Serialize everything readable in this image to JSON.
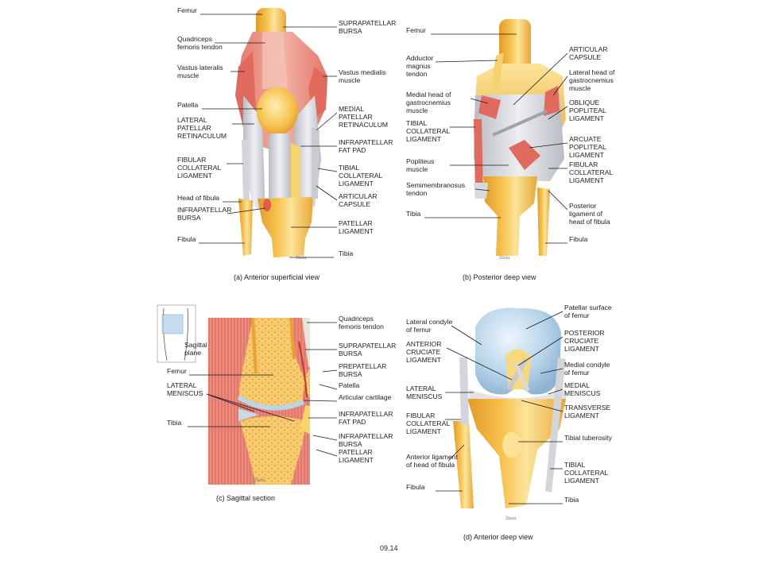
{
  "figure_number": "09.14",
  "colors": {
    "bone": "#f6c24c",
    "bone_light": "#fbe49a",
    "bone_shade": "#e39a2a",
    "cartilage": "#b9d5ea",
    "muscle": "#e4766a",
    "muscle_light": "#f2b3a4",
    "ligament": "#d8d8dc",
    "ligament_dark": "#9ea3ab",
    "artist_signature": "#777777"
  },
  "panels": {
    "a": {
      "caption": "(a) Anterior superficial view",
      "signature": "Dana",
      "labels": [
        {
          "text": [
            "Femur"
          ]
        },
        {
          "text": [
            "Quadriceps",
            "femoris tendon"
          ]
        },
        {
          "text": [
            "Vastus lateralis",
            "muscle"
          ]
        },
        {
          "text": [
            "Patella"
          ]
        },
        {
          "text": [
            "LATERAL",
            "PATELLAR",
            "RETINACULUM"
          ]
        },
        {
          "text": [
            "FIBULAR",
            "COLLATERAL",
            "LIGAMENT"
          ]
        },
        {
          "text": [
            "Head of fibula"
          ]
        },
        {
          "text": [
            "INFRAPATELLAR",
            "BURSA"
          ]
        },
        {
          "text": [
            "Fibula"
          ]
        },
        {
          "text": [
            "SUPRAPATELLAR",
            "BURSA"
          ]
        },
        {
          "text": [
            "Vastus medialis",
            "muscle"
          ]
        },
        {
          "text": [
            "MEDIAL",
            "PATELLAR",
            "RETINACULUM"
          ]
        },
        {
          "text": [
            "INFRAPATELLAR",
            "FAT PAD"
          ]
        },
        {
          "text": [
            "TIBIAL",
            "COLLATERAL",
            "LIGAMENT"
          ]
        },
        {
          "text": [
            "ARTICULAR",
            "CAPSULE"
          ]
        },
        {
          "text": [
            "PATELLAR",
            "LIGAMENT"
          ]
        },
        {
          "text": [
            "Tibia"
          ]
        }
      ]
    },
    "b": {
      "caption": "(b) Posterior deep view",
      "signature": "Dana",
      "labels": [
        {
          "text": [
            "Femur"
          ]
        },
        {
          "text": [
            "Adductor",
            "magnus",
            "tendon"
          ]
        },
        {
          "text": [
            "Medial head of",
            "gastrocnemius",
            "muscle"
          ]
        },
        {
          "text": [
            "TIBIAL",
            "COLLATERAL",
            "LIGAMENT"
          ]
        },
        {
          "text": [
            "Popliteus",
            "muscle"
          ]
        },
        {
          "text": [
            "Semimembranosus",
            "tendon"
          ]
        },
        {
          "text": [
            "Tibia"
          ]
        },
        {
          "text": [
            "ARTICULAR",
            "CAPSULE"
          ]
        },
        {
          "text": [
            "Lateral head of",
            "gastrocnemius",
            "muscle"
          ]
        },
        {
          "text": [
            "OBLIQUE",
            "POPLITEAL",
            "LIGAMENT"
          ]
        },
        {
          "text": [
            "ARCUATE",
            "POPLITEAL",
            "LIGAMENT"
          ]
        },
        {
          "text": [
            "FIBULAR",
            "COLLATERAL",
            "LIGAMENT"
          ]
        },
        {
          "text": [
            "Posterior",
            "ligament of",
            "head of fibula"
          ]
        },
        {
          "text": [
            "Fibula"
          ]
        }
      ]
    },
    "c": {
      "caption": "(c) Sagittal section",
      "signature": "Dana",
      "inset_label": [
        "Sagittal",
        "plane"
      ],
      "labels": [
        {
          "text": [
            "Femur"
          ]
        },
        {
          "text": [
            "LATERAL",
            "MENISCUS"
          ]
        },
        {
          "text": [
            "Tibia"
          ]
        },
        {
          "text": [
            "Quadriceps",
            "femoris tendon"
          ]
        },
        {
          "text": [
            "SUPRAPATELLAR",
            "BURSA"
          ]
        },
        {
          "text": [
            "PREPATELLAR",
            "BURSA"
          ]
        },
        {
          "text": [
            "Patella"
          ]
        },
        {
          "text": [
            "Articular cartilage"
          ]
        },
        {
          "text": [
            "INFRAPATELLAR",
            "FAT PAD"
          ]
        },
        {
          "text": [
            "INFRAPATELLAR",
            "BURSA"
          ]
        },
        {
          "text": [
            "PATELLAR",
            "LIGAMENT"
          ]
        }
      ]
    },
    "d": {
      "caption": "(d) Anterior deep view",
      "signature": "Dana",
      "labels": [
        {
          "text": [
            "Lateral condyle",
            "of femur"
          ]
        },
        {
          "text": [
            "ANTERIOR",
            "CRUCIATE",
            "LIGAMENT"
          ]
        },
        {
          "text": [
            "LATERAL",
            "MENISCUS"
          ]
        },
        {
          "text": [
            "FIBULAR",
            "COLLATERAL",
            "LIGAMENT"
          ]
        },
        {
          "text": [
            "Anterior ligament",
            "of head of fibula"
          ]
        },
        {
          "text": [
            "Fibula"
          ]
        },
        {
          "text": [
            "Patellar surface",
            "of femur"
          ]
        },
        {
          "text": [
            "POSTERIOR",
            "CRUCIATE",
            "LIGAMENT"
          ]
        },
        {
          "text": [
            "Medial condyle",
            "of femur"
          ]
        },
        {
          "text": [
            "MEDIAL",
            "MENISCUS"
          ]
        },
        {
          "text": [
            "TRANSVERSE",
            "LIGAMENT"
          ]
        },
        {
          "text": [
            "Tibial tuberosity"
          ]
        },
        {
          "text": [
            "TIBIAL",
            "COLLATERAL",
            "LIGAMENT"
          ]
        },
        {
          "text": [
            "Tibia"
          ]
        }
      ]
    }
  }
}
